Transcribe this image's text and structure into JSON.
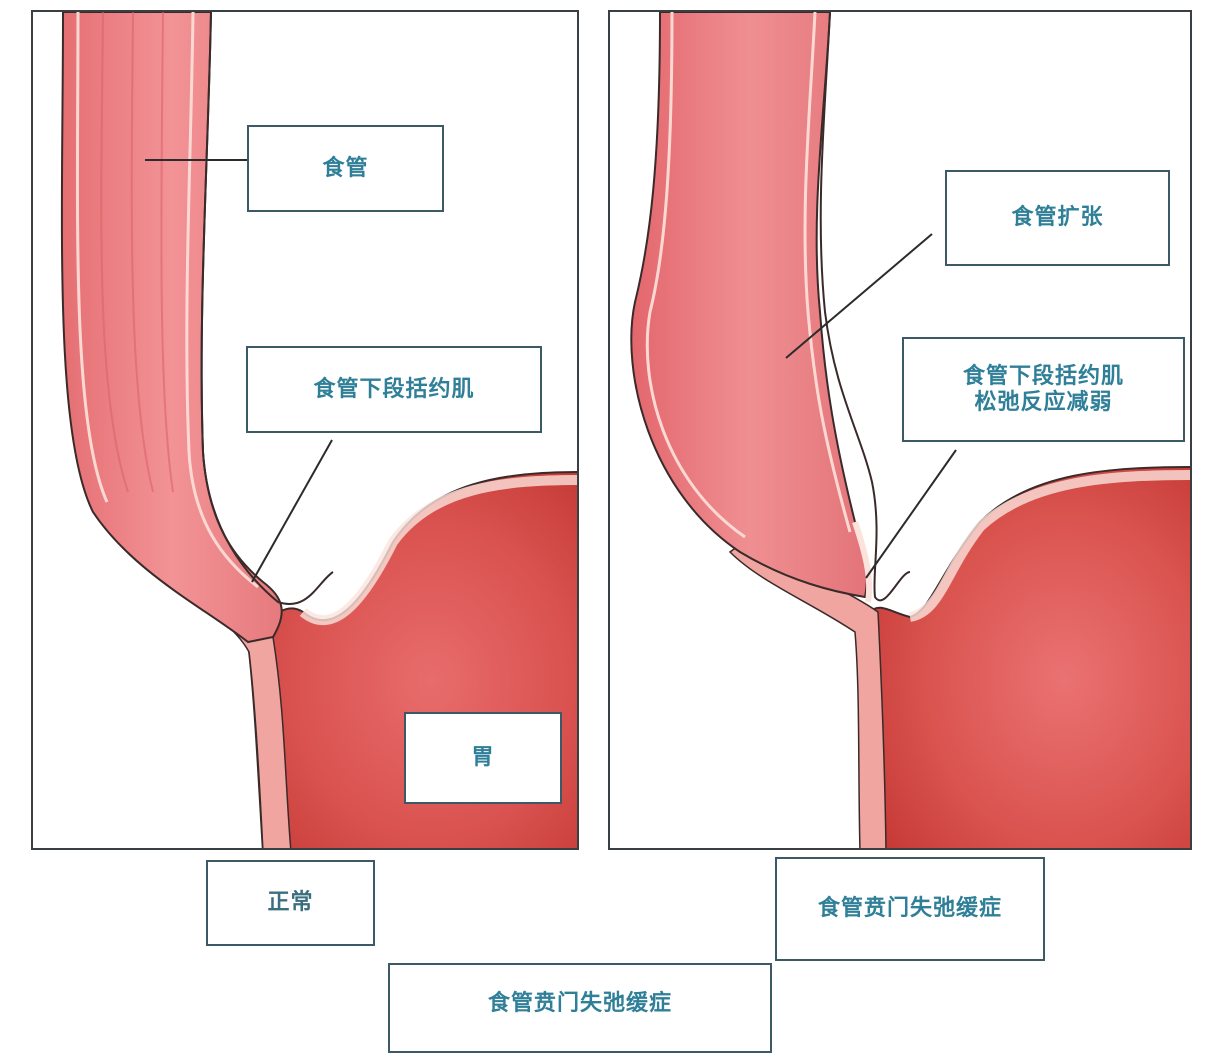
{
  "diagram": {
    "title": "食管贲门失弛缓症",
    "panels": [
      {
        "id": "normal",
        "caption": "正常",
        "labels": [
          {
            "key": "esophagus",
            "text": "食管"
          },
          {
            "key": "les",
            "text": "食管下段括约肌"
          },
          {
            "key": "stomach",
            "text": "胃"
          }
        ]
      },
      {
        "id": "achalasia",
        "caption": "食管贲门失弛缓症",
        "labels": [
          {
            "key": "dilation",
            "text": "食管扩张"
          },
          {
            "key": "les_line1",
            "text": "食管下段括约肌"
          },
          {
            "key": "les_line2",
            "text": "松弛反应减弱"
          }
        ]
      }
    ],
    "bottom_caption": "食管贲门失弛缓症",
    "colors": {
      "label_text": "#2f7f98",
      "label_border": "#3c5a66",
      "panel_border": "#3a3f44",
      "esophagus_fill": "#ec8a8c",
      "stomach_fill": "#d9504f",
      "wall_light": "#f6c7c0",
      "outline": "#3a2a2a"
    }
  }
}
